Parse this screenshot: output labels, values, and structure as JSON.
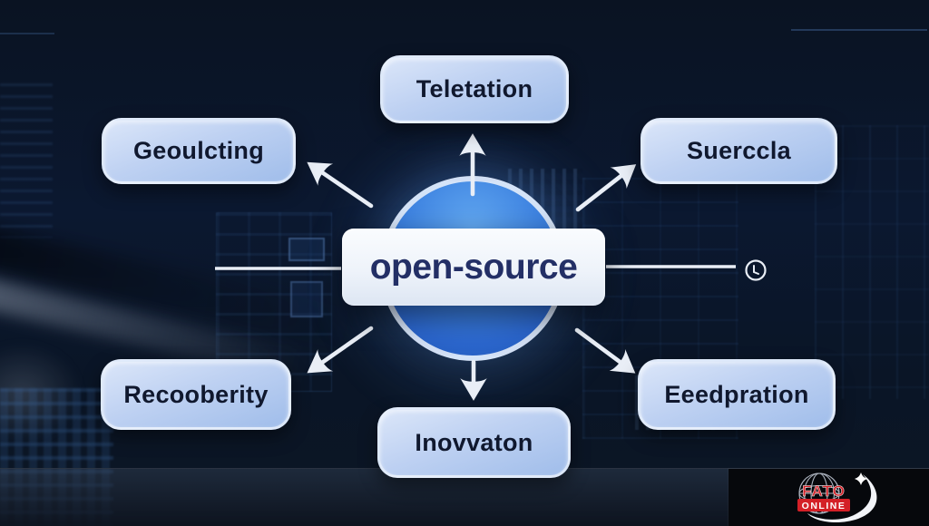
{
  "center": {
    "label": "open-source"
  },
  "nodes": [
    {
      "position": "top",
      "label": "Teletation"
    },
    {
      "position": "top-left",
      "label": "Geoulcting"
    },
    {
      "position": "top-right",
      "label": "Suerccla"
    },
    {
      "position": "bottom-left",
      "label": "Recooberity"
    },
    {
      "position": "bottom",
      "label": "Inovvaton"
    },
    {
      "position": "bottom-right",
      "label": "Eeedpration"
    }
  ],
  "watermark": {
    "line1": "FATO",
    "line2": "ONLINE"
  },
  "colors": {
    "background": "#0b1830",
    "circle_blue": "#2e6fd3",
    "node_fill": "#bed1f2",
    "node_text": "#10182e",
    "center_text": "#232f66",
    "arrow": "#e9eef6",
    "logo_red": "#d42027",
    "logo_background": "#06080c"
  }
}
